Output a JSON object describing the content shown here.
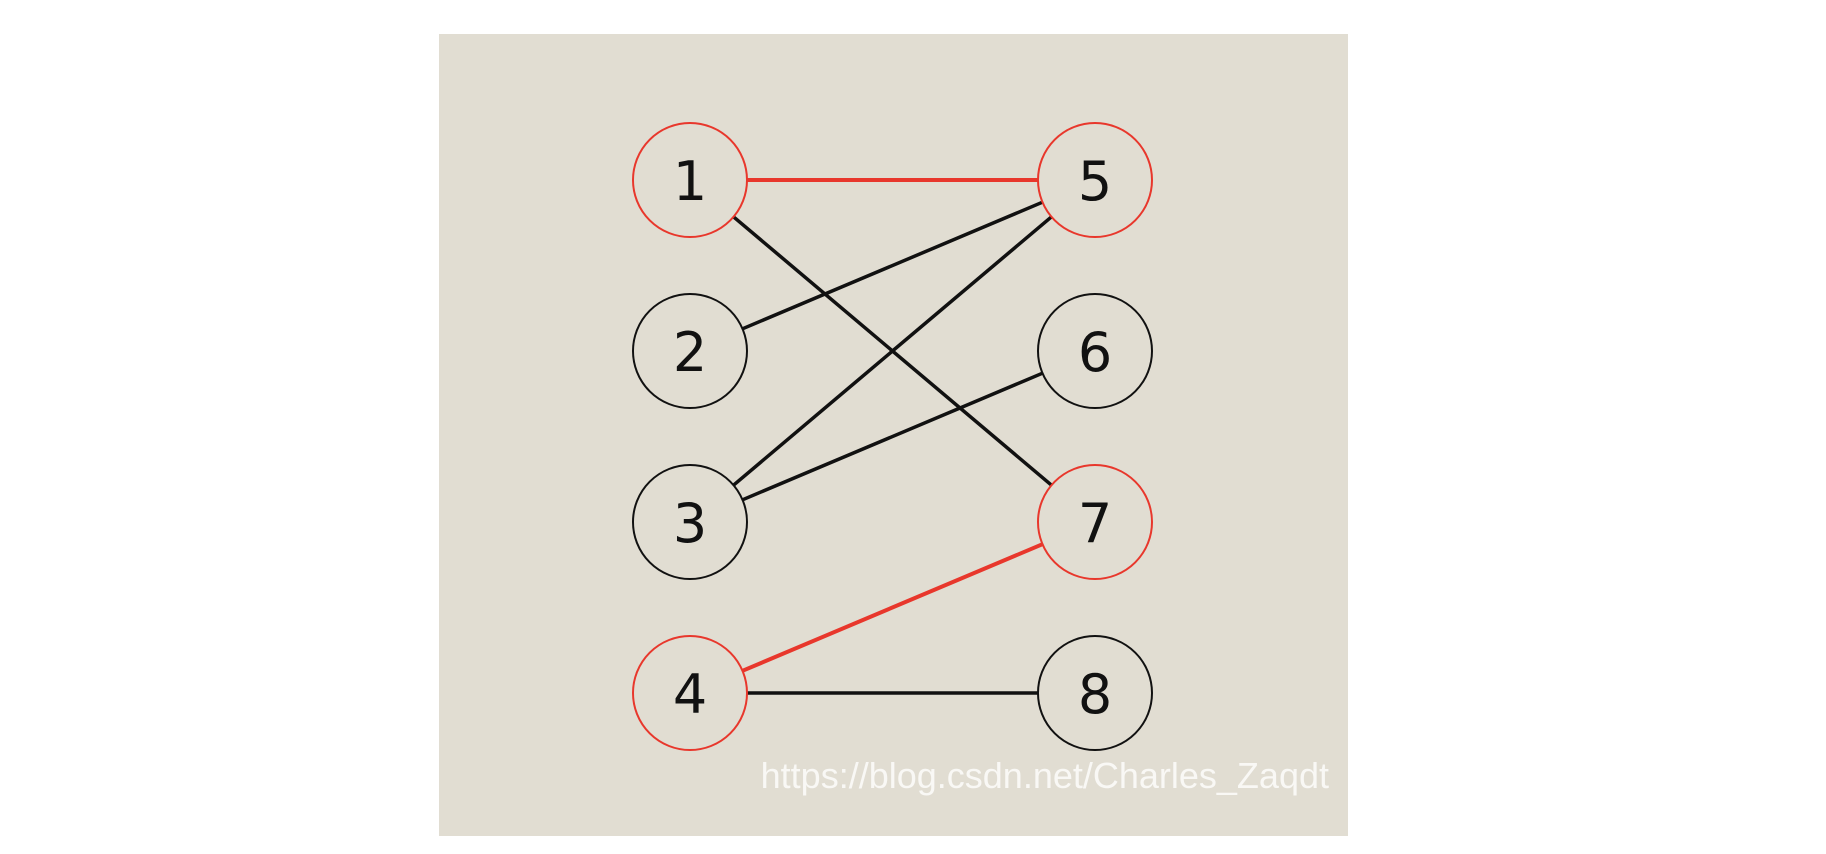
{
  "diagram": {
    "background_color": "#e1ddd2",
    "colors": {
      "highlight": "#e8372c",
      "normal": "#111111",
      "node_fill": "#e1ddd2"
    },
    "nodes": [
      {
        "id": "1",
        "label": "1",
        "side": "left",
        "highlighted": true
      },
      {
        "id": "2",
        "label": "2",
        "side": "left",
        "highlighted": false
      },
      {
        "id": "3",
        "label": "3",
        "side": "left",
        "highlighted": false
      },
      {
        "id": "4",
        "label": "4",
        "side": "left",
        "highlighted": true
      },
      {
        "id": "5",
        "label": "5",
        "side": "right",
        "highlighted": true
      },
      {
        "id": "6",
        "label": "6",
        "side": "right",
        "highlighted": false
      },
      {
        "id": "7",
        "label": "7",
        "side": "right",
        "highlighted": true
      },
      {
        "id": "8",
        "label": "8",
        "side": "right",
        "highlighted": false
      }
    ],
    "edges": [
      {
        "from": "1",
        "to": "5",
        "highlighted": true
      },
      {
        "from": "1",
        "to": "7",
        "highlighted": false
      },
      {
        "from": "2",
        "to": "5",
        "highlighted": false
      },
      {
        "from": "3",
        "to": "5",
        "highlighted": false
      },
      {
        "from": "3",
        "to": "6",
        "highlighted": false
      },
      {
        "from": "4",
        "to": "7",
        "highlighted": true
      },
      {
        "from": "4",
        "to": "8",
        "highlighted": false
      }
    ]
  },
  "watermark": {
    "text": "https://blog.csdn.net/Charles_Zaqdt"
  }
}
